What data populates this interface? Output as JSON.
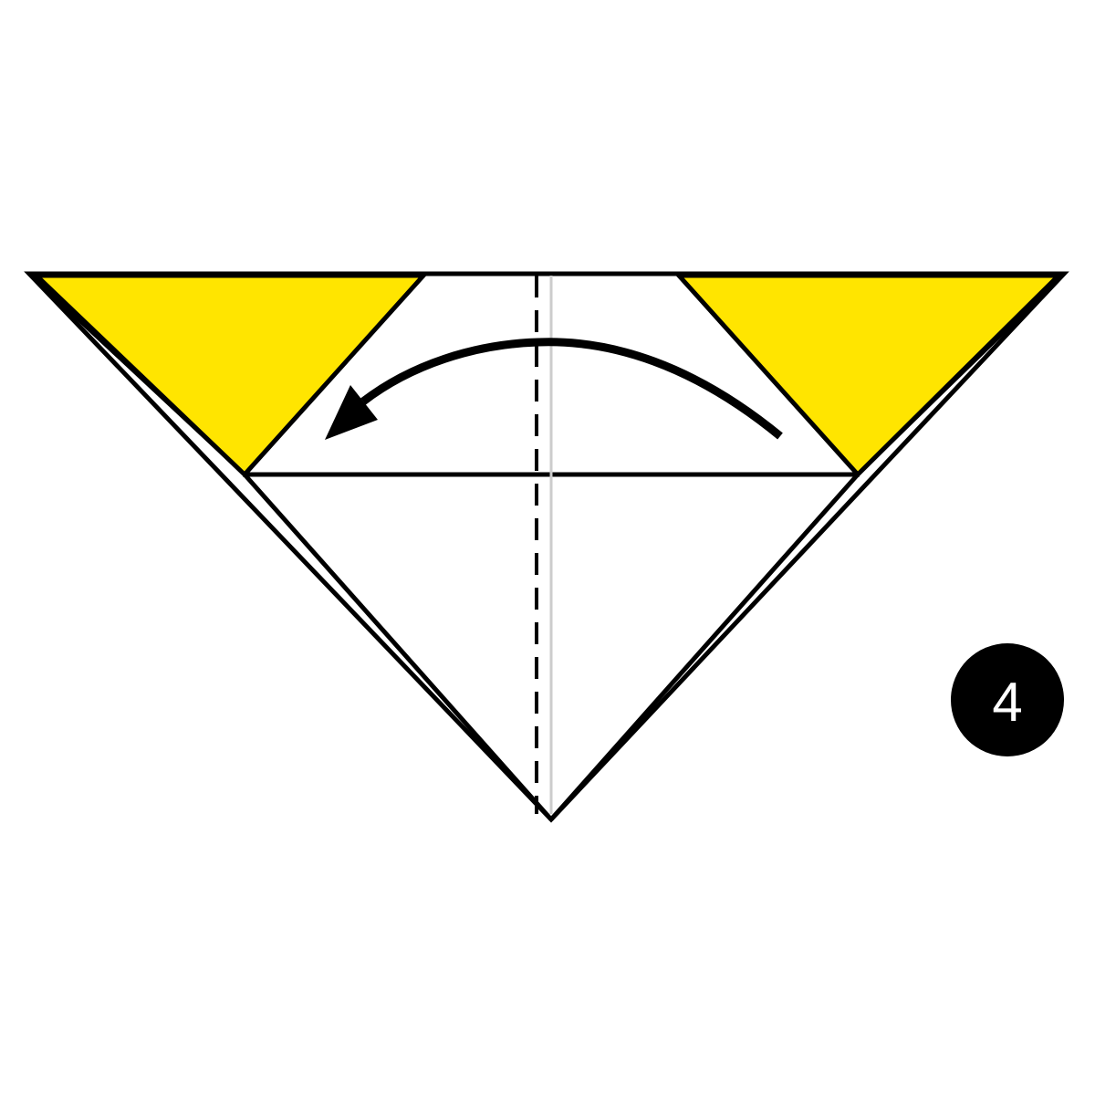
{
  "step": {
    "number": "4"
  },
  "colors": {
    "paper_front": "#ffffff",
    "paper_back": "#ffe500",
    "outline": "#000000",
    "center_crease": "#cccccc",
    "badge_bg": "#000000",
    "badge_text": "#ffffff"
  },
  "instructions": {
    "fold_type": "valley-fold",
    "fold_line": "vertical-center",
    "arrow_direction": "right-to-left"
  }
}
